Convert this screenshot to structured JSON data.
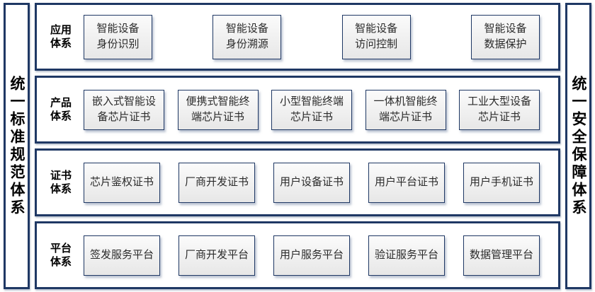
{
  "diagram": {
    "left_bar": "统一标准规范体系",
    "right_bar": "统一安全保障体系",
    "rows": [
      {
        "label": "应用\n体系",
        "items": [
          "智能设备\n身份识别",
          "智能设备\n身份溯源",
          "智能设备\n访问控制",
          "智能设备\n数据保护"
        ]
      },
      {
        "label": "产品\n体系",
        "items": [
          "嵌入式智能设\n备芯片证书",
          "便携式智能终\n端芯片证书",
          "小型智能终端\n芯片证书",
          "一体机智能终\n端芯片证书",
          "工业大型设备\n芯片证书"
        ]
      },
      {
        "label": "证书\n体系",
        "items": [
          "芯片鉴权证书",
          "厂商开发证书",
          "用户设备证书",
          "用户平台证书",
          "用户手机证书"
        ]
      },
      {
        "label": "平台\n体系",
        "items": [
          "签发服务平台",
          "厂商开发平台",
          "用户服务平台",
          "验证服务平台",
          "数据管理平台"
        ]
      }
    ],
    "colors": {
      "border_navy": "#1f3864",
      "box_fill": "#eeeeee",
      "background": "#ffffff"
    }
  }
}
